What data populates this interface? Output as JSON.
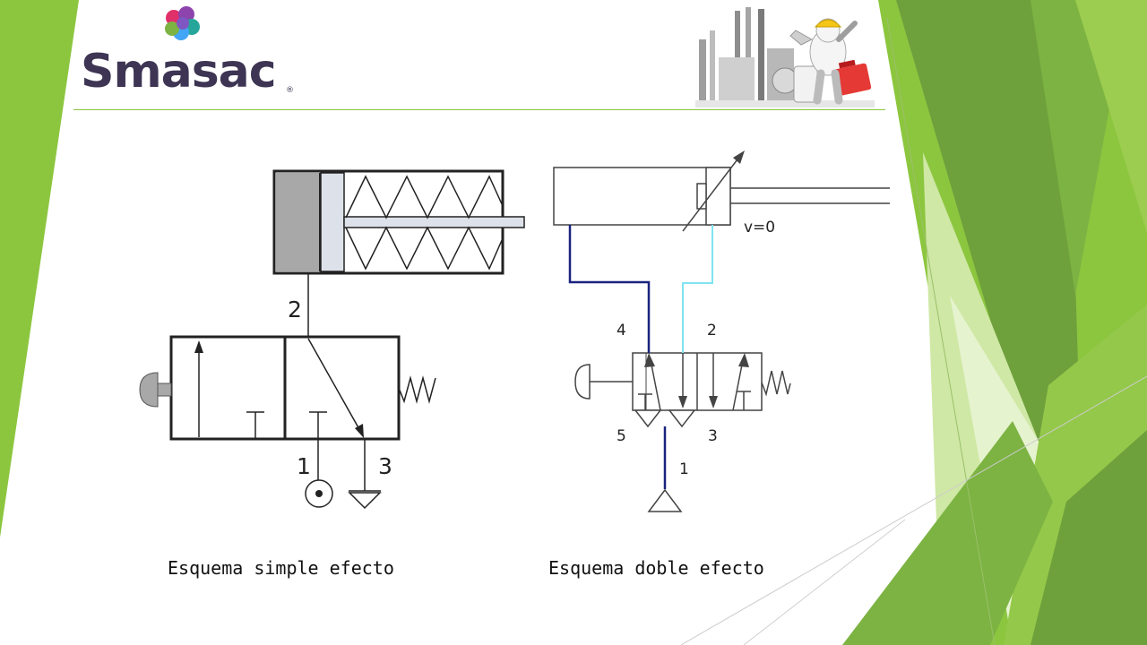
{
  "logo": {
    "text": "Smasac",
    "registered": "®"
  },
  "simple_effect": {
    "port_labels": {
      "port_2": "2",
      "port_1": "1",
      "port_3": "3"
    }
  },
  "double_effect": {
    "velocity_label": "v=0",
    "port_labels": {
      "port_4": "4",
      "port_2": "2",
      "port_5": "5",
      "port_3": "3",
      "port_1": "1"
    }
  },
  "captions": {
    "left": "Esquema simple efecto",
    "right": "Esquema doble efecto"
  },
  "colors": {
    "green_dark": "#6a9c3a",
    "green_mid": "#7cb342",
    "green_light": "#8cc63f",
    "logo_purple": "#3d3553",
    "line_navy": "#1a237e",
    "line_cyan": "#7fe3f0"
  }
}
